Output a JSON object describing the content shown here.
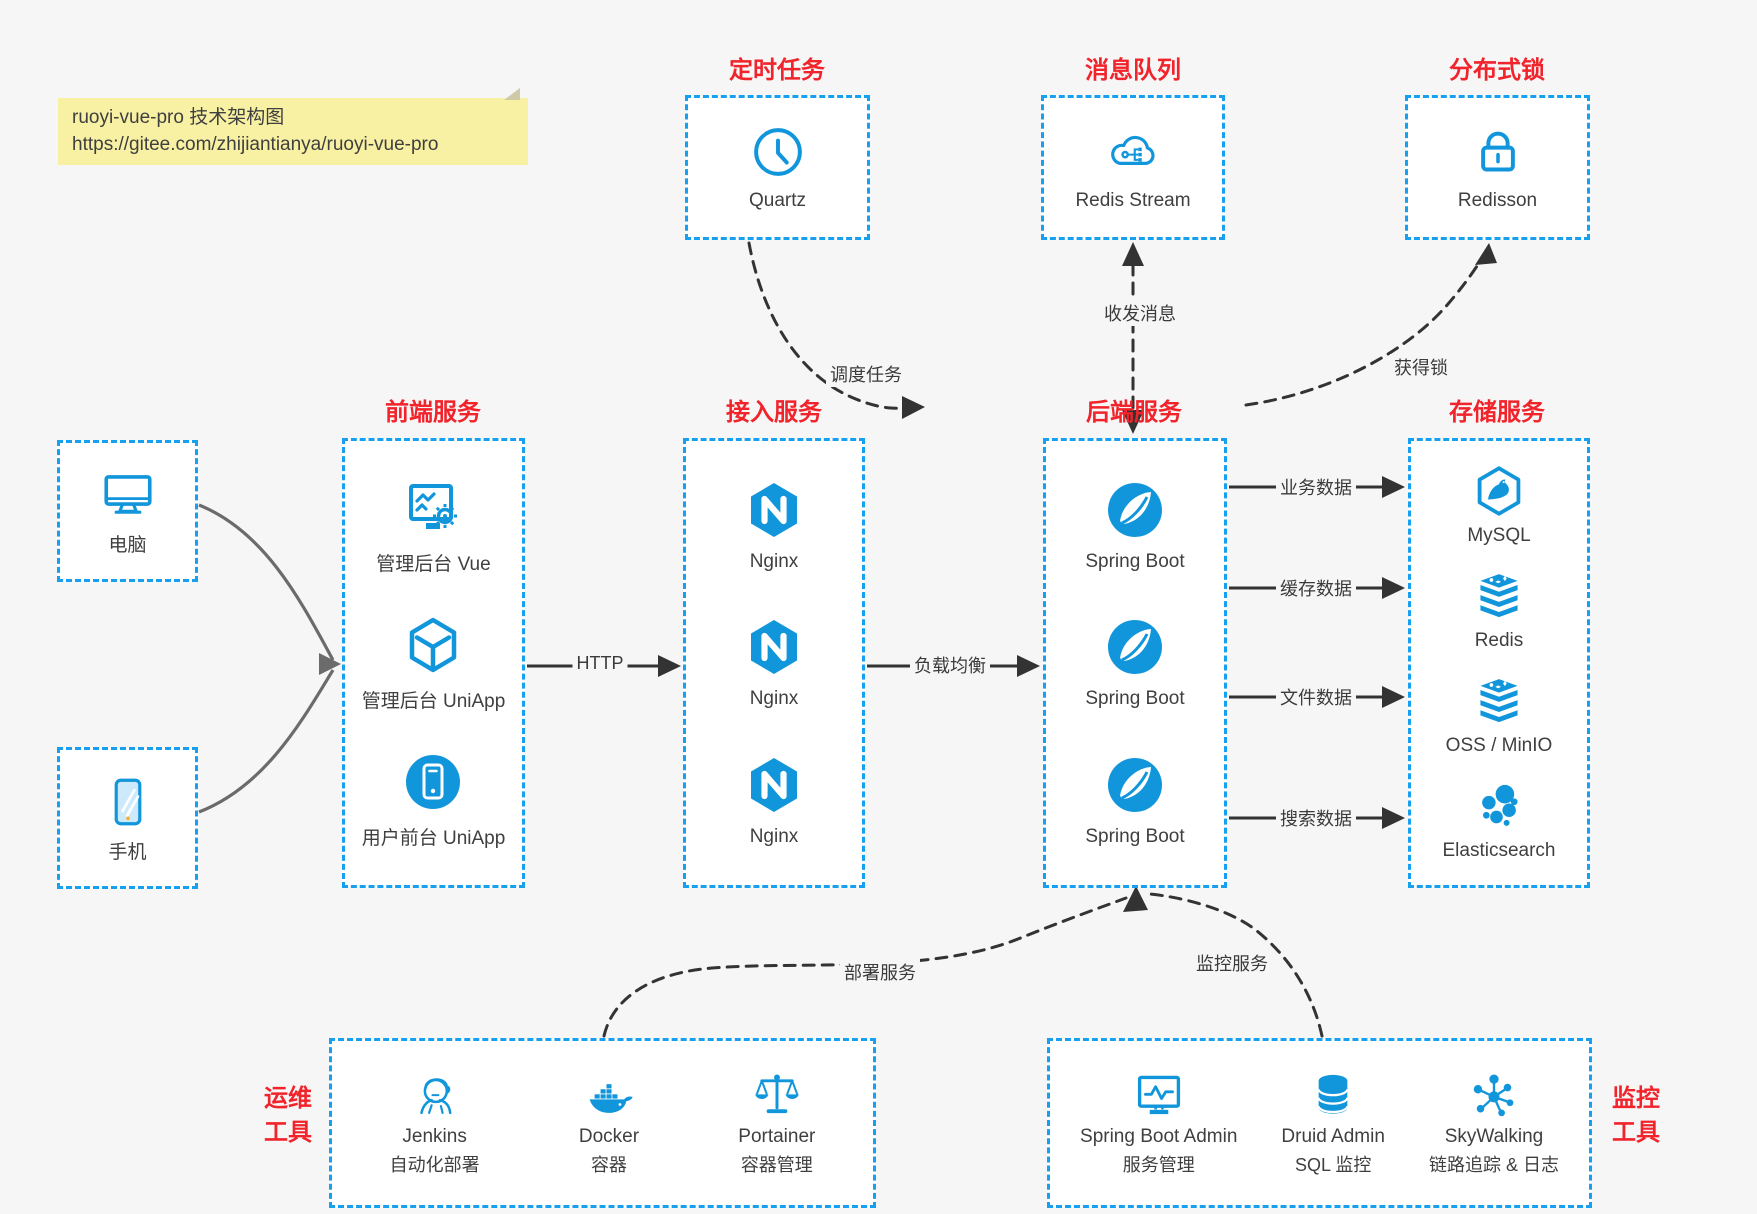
{
  "colors": {
    "blue": "#1296db",
    "border_blue": "#18a0f0",
    "red": "#f1232b",
    "page_bg": "#f6f6f7",
    "box_bg": "#ffffff",
    "note_bg": "#f8f0a3",
    "arrow_dark": "#333333",
    "arrow_gray": "#6b6b6b",
    "text": "#3f3f3f"
  },
  "note": {
    "line1": "ruoyi-vue-pro 技术架构图",
    "line2": "https://gitee.com/zhijiantianya/ruoyi-vue-pro"
  },
  "top_groups": [
    {
      "title": "定时任务",
      "item": {
        "label": "Quartz",
        "icon": "clock-icon"
      }
    },
    {
      "title": "消息队列",
      "item": {
        "label": "Redis Stream",
        "icon": "cloud-share-icon"
      }
    },
    {
      "title": "分布式锁",
      "item": {
        "label": "Redisson",
        "icon": "lock-icon"
      }
    }
  ],
  "clients": [
    {
      "label": "电脑",
      "icon": "desktop-icon"
    },
    {
      "label": "手机",
      "icon": "mobile-icon"
    }
  ],
  "columns": {
    "frontend": {
      "title": "前端服务",
      "items": [
        {
          "label": "管理后台 Vue",
          "icon": "admin-screen-gear-icon"
        },
        {
          "label": "管理后台 UniApp",
          "icon": "uniapp-cube-icon"
        },
        {
          "label": "用户前台 UniApp",
          "icon": "user-app-circle-icon"
        }
      ]
    },
    "gateway": {
      "title": "接入服务",
      "items": [
        {
          "label": "Nginx",
          "icon": "nginx-icon"
        },
        {
          "label": "Nginx",
          "icon": "nginx-icon"
        },
        {
          "label": "Nginx",
          "icon": "nginx-icon"
        }
      ]
    },
    "backend": {
      "title": "后端服务",
      "items": [
        {
          "label": "Spring Boot",
          "icon": "spring-boot-icon"
        },
        {
          "label": "Spring Boot",
          "icon": "spring-boot-icon"
        },
        {
          "label": "Spring Boot",
          "icon": "spring-boot-icon"
        }
      ]
    },
    "storage": {
      "title": "存储服务",
      "items": [
        {
          "label": "MySQL",
          "icon": "mysql-icon"
        },
        {
          "label": "Redis",
          "icon": "redis-stack-icon"
        },
        {
          "label": "OSS / MinIO",
          "icon": "object-storage-stack-icon"
        },
        {
          "label": "Elasticsearch",
          "icon": "elasticsearch-icon"
        }
      ]
    }
  },
  "bottom": {
    "ops": {
      "title": "运维工具",
      "items": [
        {
          "name": "Jenkins",
          "desc": "自动化部署",
          "icon": "jenkins-icon"
        },
        {
          "name": "Docker",
          "desc": "容器",
          "icon": "docker-icon"
        },
        {
          "name": "Portainer",
          "desc": "容器管理",
          "icon": "portainer-scales-icon"
        }
      ]
    },
    "monitor": {
      "title": "监控工具",
      "items": [
        {
          "name": "Spring Boot Admin",
          "desc": "服务管理",
          "icon": "monitor-pulse-icon"
        },
        {
          "name": "Druid Admin",
          "desc": "SQL 监控",
          "icon": "database-icon"
        },
        {
          "name": "SkyWalking",
          "desc": "链路追踪 & 日志",
          "icon": "skywalking-molecule-icon"
        }
      ]
    }
  },
  "edges": {
    "http": "HTTP",
    "load_balance": "负载均衡",
    "schedule": "调度任务",
    "message": "收发消息",
    "get_lock": "获得锁",
    "business": "业务数据",
    "cache": "缓存数据",
    "file": "文件数据",
    "search": "搜索数据",
    "deploy": "部署服务",
    "monitor": "监控服务"
  }
}
